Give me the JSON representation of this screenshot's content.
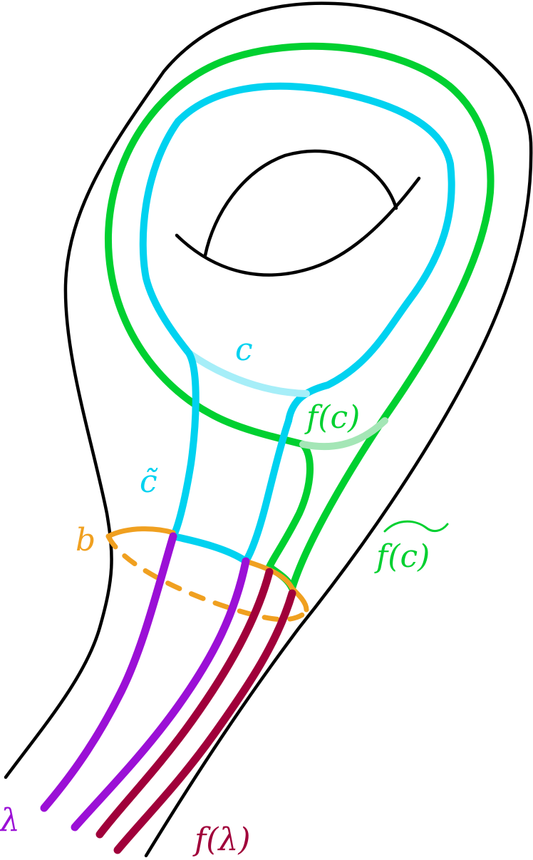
{
  "labels": {
    "c": "c",
    "c_tilde": "c̃",
    "f_c": "f(c)",
    "f_c_tilde": "f(c)",
    "b": "b",
    "lambda": "λ",
    "f_lambda": "f(λ)"
  },
  "colors": {
    "outline": "#000000",
    "cyan": "#00d2f0",
    "cyan_light": "#a6eef8",
    "green": "#00d030",
    "green_light": "#a4e6b6",
    "orange": "#f0a020",
    "purple": "#9b10d6",
    "crimson": "#a0003a"
  }
}
